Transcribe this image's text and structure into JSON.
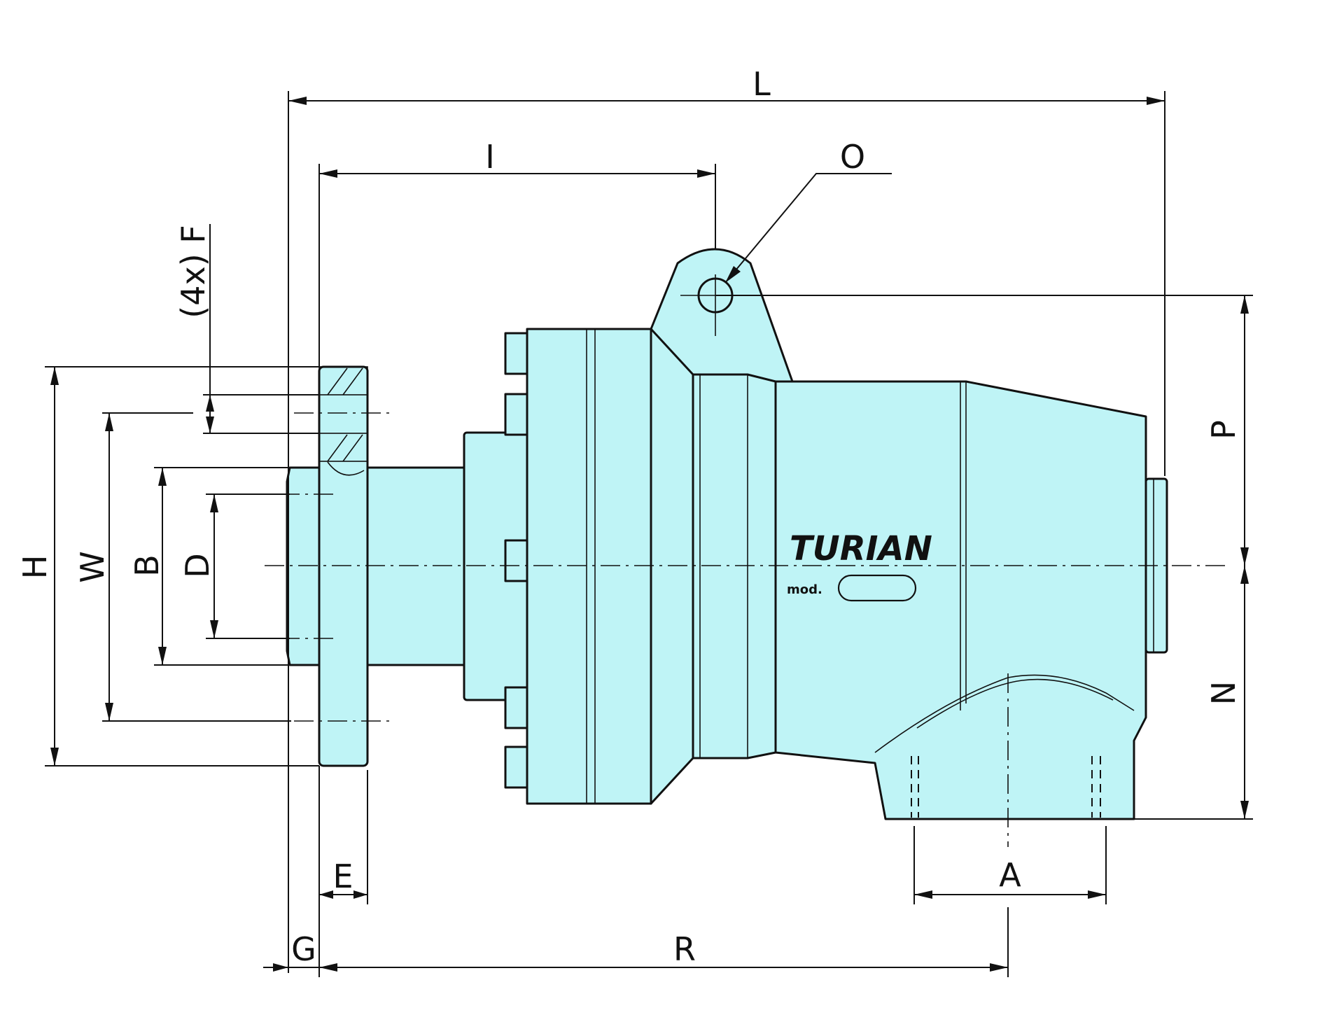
{
  "colors": {
    "body_fill": "#bff4f6",
    "line": "#111111"
  },
  "brand": "TURIAN",
  "model_label": "mod.",
  "dimensions": {
    "L": "L",
    "I": "I",
    "O": "O",
    "F": "(4x) F",
    "H": "H",
    "W": "W",
    "B": "B",
    "D": "D",
    "P": "P",
    "N": "N",
    "E": "E",
    "A": "A",
    "G": "G",
    "R": "R"
  }
}
